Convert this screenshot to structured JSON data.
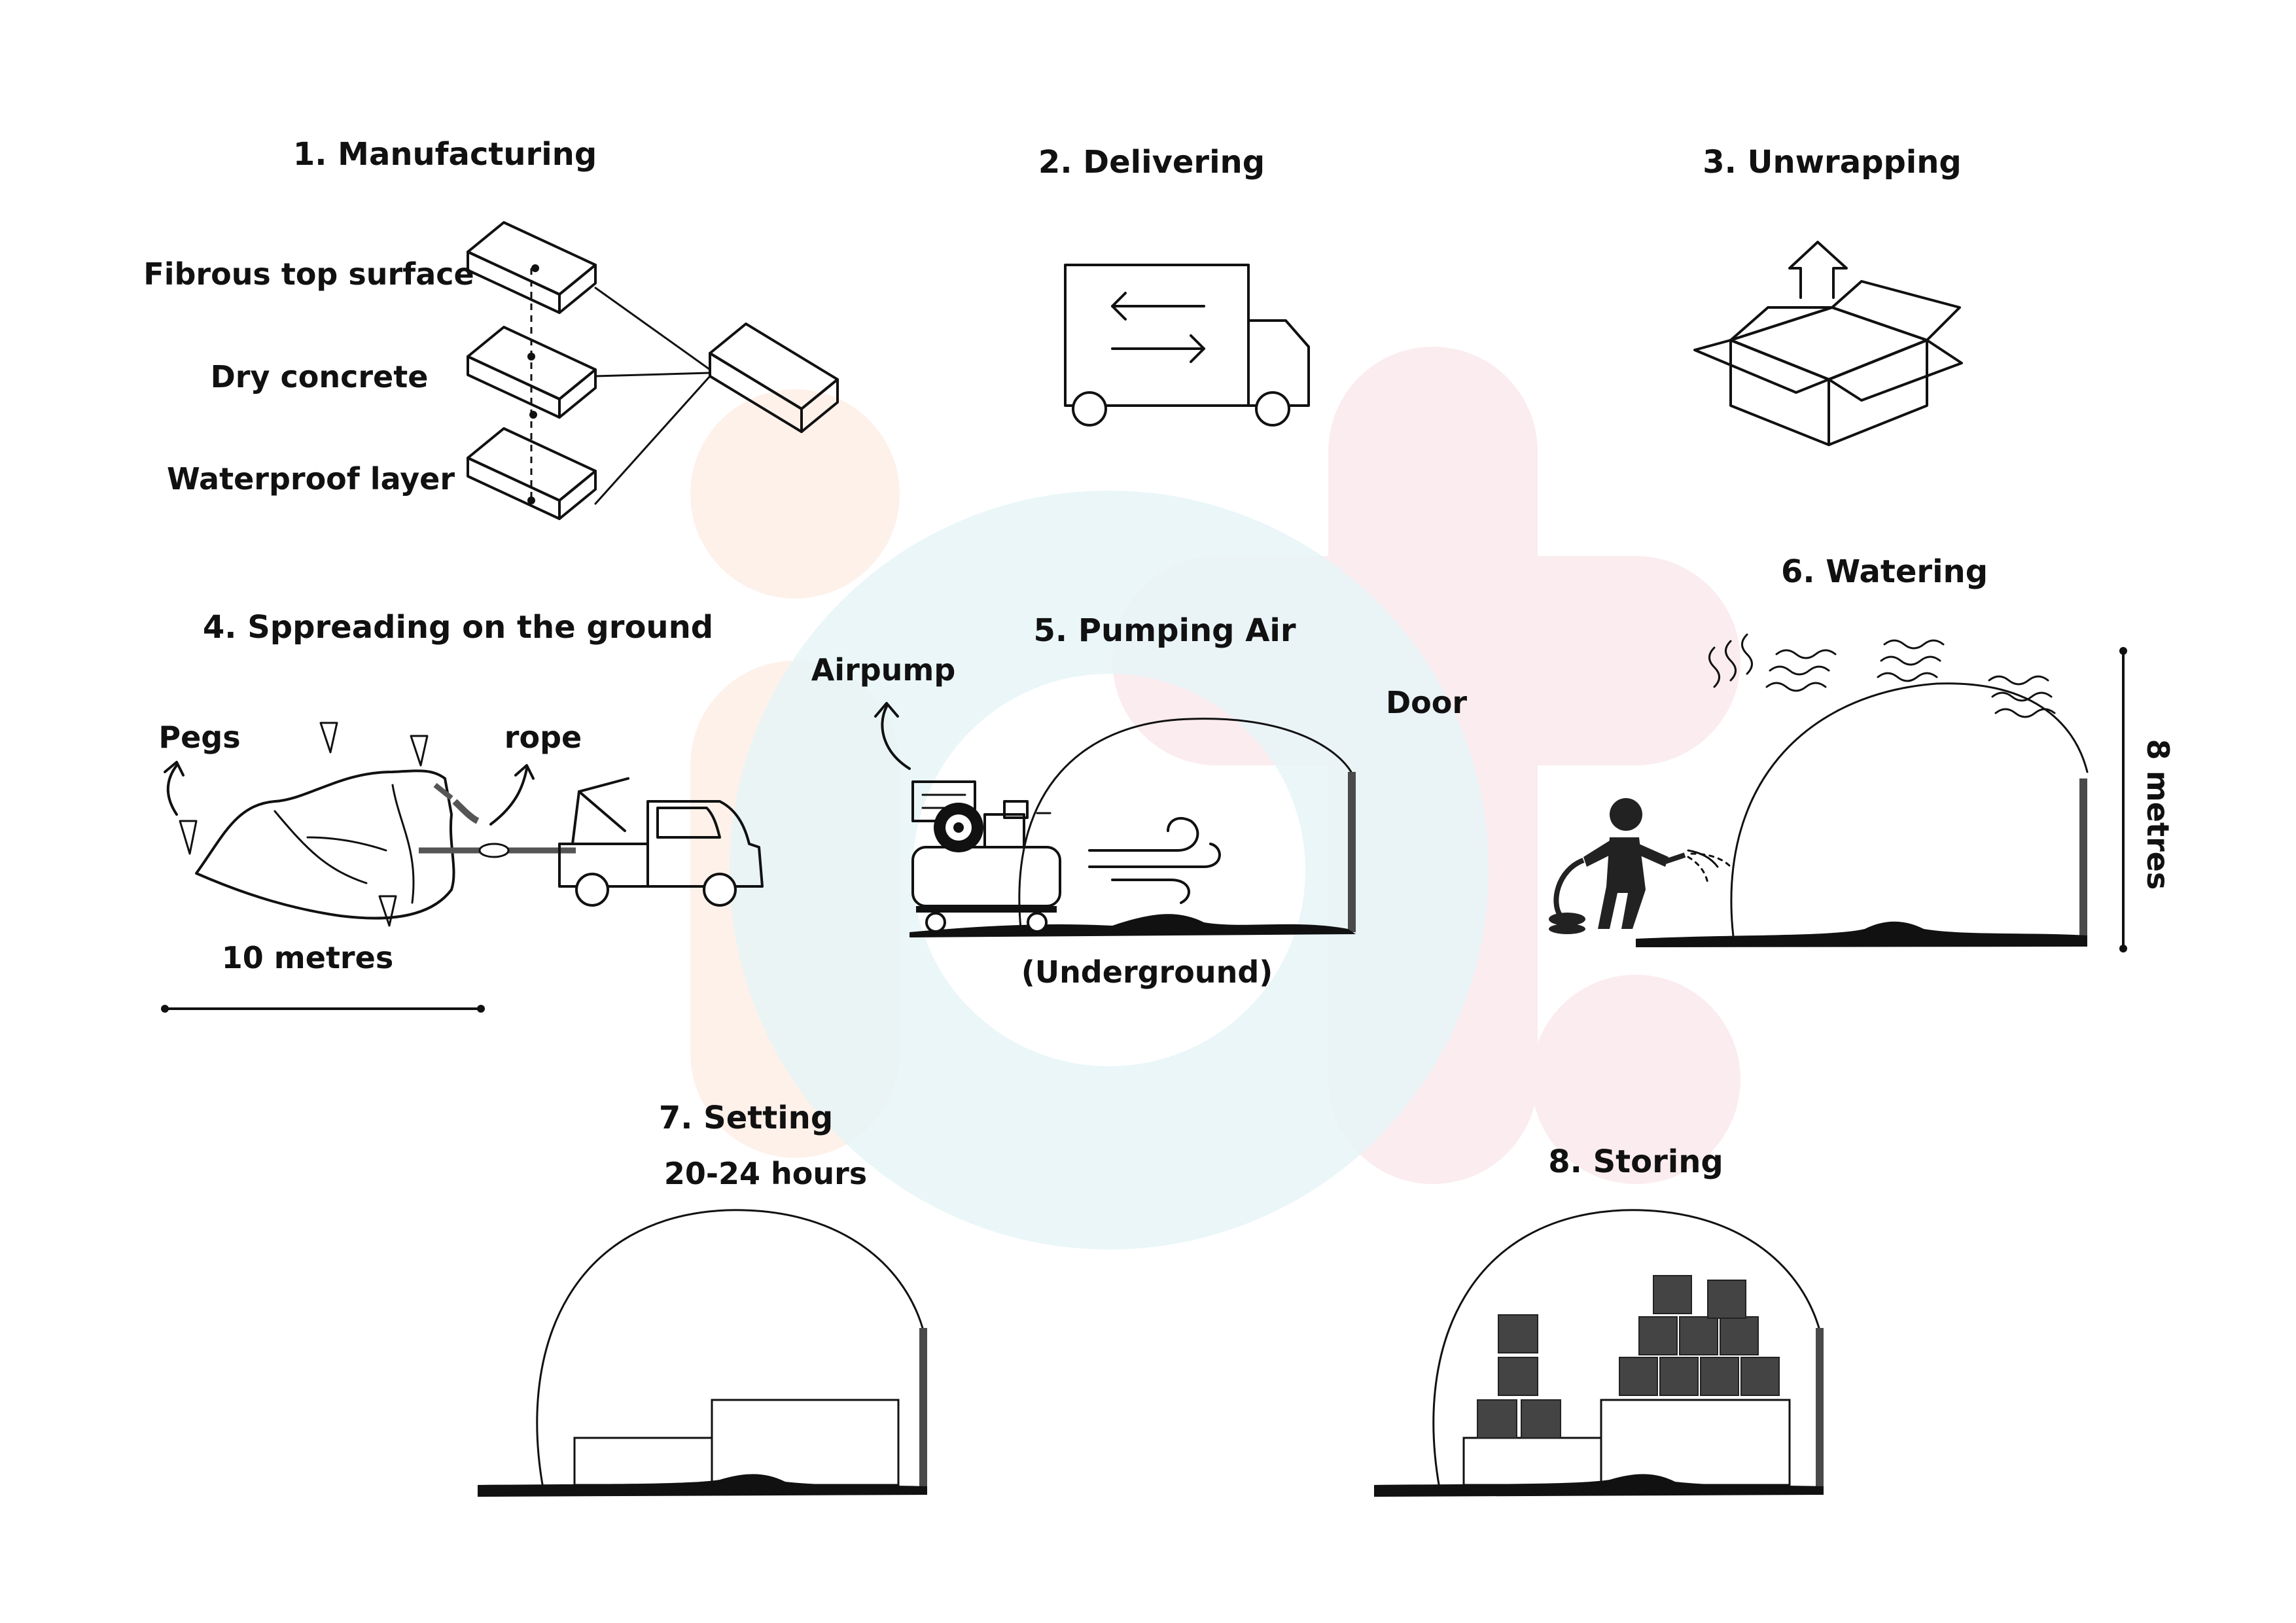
{
  "steps": {
    "s1": "1. Manufacturing",
    "s2": "2. Delivering",
    "s3": "3. Unwrapping",
    "s4": "4. Sppreading on the ground",
    "s5": "5. Pumping Air",
    "s6": "6. Watering",
    "s7": "7. Setting",
    "s8": "8. Storing"
  },
  "labels": {
    "fibrous": "Fibrous top surface",
    "dry_concrete": "Dry concrete",
    "waterproof": "Waterproof layer",
    "pegs": "Pegs",
    "rope": "rope",
    "ten_metres": "10 metres",
    "airpump": "Airpump",
    "door": "Door",
    "underground": "(Underground)",
    "eight_metres": "8 metres",
    "setting_time": "20-24 hours"
  },
  "watermark_colors": {
    "peach": "#fdf1ea",
    "teal": "#e6f5f7",
    "pink": "#fbecef"
  }
}
